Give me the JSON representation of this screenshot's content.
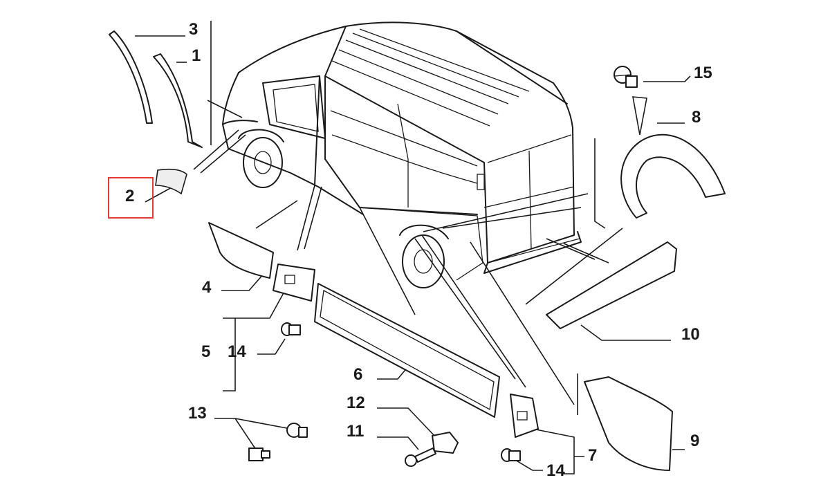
{
  "callouts": [
    {
      "id": "c3a",
      "text": "3"
    },
    {
      "id": "c1",
      "text": "1"
    },
    {
      "id": "c2",
      "text": "2"
    },
    {
      "id": "c15",
      "text": "15"
    },
    {
      "id": "c8",
      "text": "8"
    },
    {
      "id": "c4",
      "text": "4"
    },
    {
      "id": "c5",
      "text": "5"
    },
    {
      "id": "c14a",
      "text": "14"
    },
    {
      "id": "c10",
      "text": "10"
    },
    {
      "id": "c6",
      "text": "6"
    },
    {
      "id": "c12",
      "text": "12"
    },
    {
      "id": "c11",
      "text": "11"
    },
    {
      "id": "c13",
      "text": "13"
    },
    {
      "id": "c7",
      "text": "7"
    },
    {
      "id": "c14b",
      "text": "14"
    },
    {
      "id": "c9",
      "text": "9"
    }
  ],
  "highlight": {
    "callout": "2",
    "color": "#e53935"
  }
}
